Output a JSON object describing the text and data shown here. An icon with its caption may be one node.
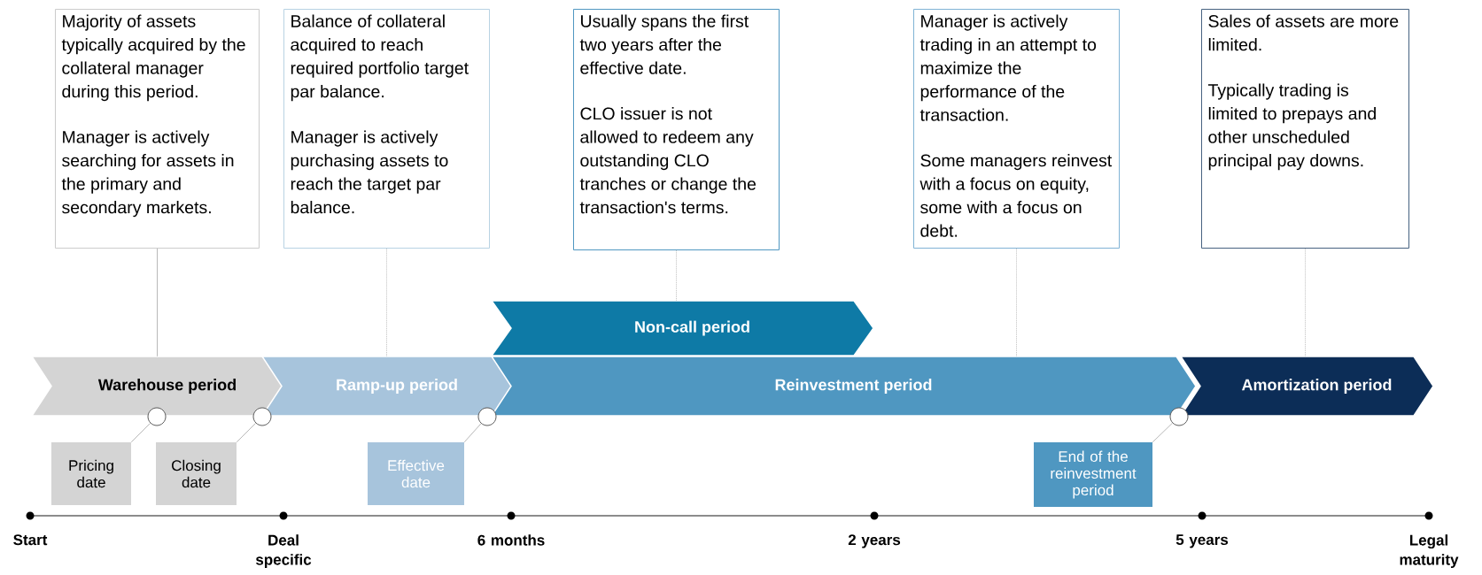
{
  "diagram": {
    "nodes": [
      {
        "text": [
          "Majority of assets typically acquired by the collateral manager during this period.",
          "Manager is actively searching for assets in the primary and secondary markets."
        ]
      },
      {
        "text": [
          "Balance of collateral acquired to reach required portfolio target par balance.",
          "Manager is actively purchasing assets to reach the target par balance."
        ]
      },
      {
        "text": [
          "Usually spans the first two years after the effective date.",
          "CLO issuer is not allowed to redeem any outstanding CLO tranches or change the transaction's terms."
        ]
      },
      {
        "text": [
          "Manager is actively trading in an attempt to maximize the performance of the transaction.",
          "Some managers reinvest with a focus on equity, some with a focus on debt."
        ]
      },
      {
        "text": [
          "Sales of assets are more limited.",
          "Typically trading is limited to prepays and other unscheduled principal pay downs."
        ]
      },
      {
        "text": [
          "Non-call period"
        ]
      },
      {
        "text": [
          "Warehouse period"
        ]
      },
      {
        "text": [
          "Ramp-up period"
        ]
      },
      {
        "text": [
          "Reinvestment period"
        ]
      },
      {
        "text": [
          "Amortization period"
        ]
      },
      {
        "text": [],
        "shape": "circle"
      },
      {
        "text": [],
        "shape": "circle"
      },
      {
        "text": [],
        "shape": "circle"
      },
      {
        "text": [],
        "shape": "circle"
      },
      {
        "text": [
          "Pricing date"
        ]
      },
      {
        "text": [
          "Closing date"
        ]
      },
      {
        "text": [
          "Effective date"
        ]
      },
      {
        "text": [
          "End of the reinvestment period"
        ]
      }
    ],
    "edges": [
      {
        "from": 0,
        "to": 6,
        "arrow": "none"
      },
      {
        "from": 1,
        "to": 7,
        "arrow": "none",
        "style": "dashed"
      },
      {
        "from": 2,
        "to": 5,
        "arrow": "none",
        "style": "dashed"
      },
      {
        "from": 3,
        "to": 8,
        "arrow": "none",
        "style": "dashed"
      },
      {
        "from": 4,
        "to": 9,
        "arrow": "none",
        "style": "dashed"
      },
      {
        "from": 14,
        "to": 10,
        "arrow": "none"
      },
      {
        "from": 15,
        "to": 11,
        "arrow": "none"
      },
      {
        "from": 16,
        "to": 12,
        "arrow": "none"
      },
      {
        "from": 17,
        "to": 13,
        "arrow": "none"
      }
    ],
    "labels": [
      "Start",
      "Deal specific",
      "6 months",
      "2 years",
      "5 years",
      "Legal maturity"
    ]
  }
}
